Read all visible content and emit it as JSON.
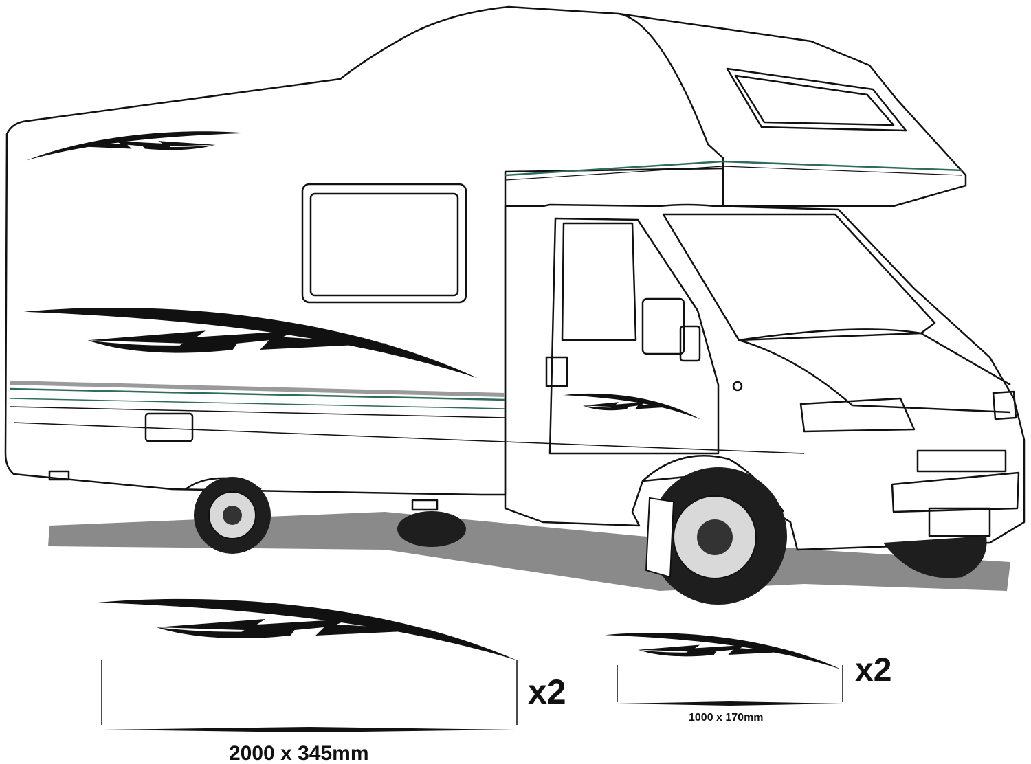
{
  "decals": {
    "large": {
      "quantity": "x2",
      "dimensions": "2000 x 345mm"
    },
    "small": {
      "quantity": "x2",
      "dimensions": "1000 x 170mm"
    }
  },
  "colors": {
    "outline": "#111111",
    "decal": "#111111",
    "shadow": "#8a8a8a",
    "stripe_teal": "#2f6b5e",
    "stripe_grey": "#9a9a9a",
    "background": "#ffffff"
  },
  "icons": {
    "vehicle": "motorhome-illustration",
    "graphic": "lightning-swoosh-decal"
  }
}
